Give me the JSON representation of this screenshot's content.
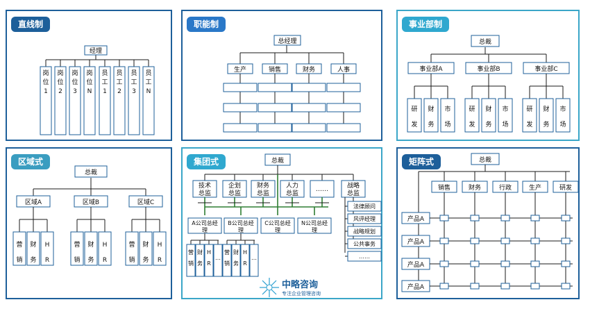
{
  "panels": {
    "linear": {
      "title": "直线制",
      "root": "经理",
      "children": [
        [
          "岗",
          "位",
          "1"
        ],
        [
          "岗",
          "位",
          "2"
        ],
        [
          "岗",
          "位",
          "3"
        ],
        [
          "岗",
          "位",
          "N"
        ],
        [
          "员",
          "工",
          "1"
        ],
        [
          "员",
          "工",
          "2"
        ],
        [
          "员",
          "工",
          "3"
        ],
        [
          "员",
          "工",
          "N"
        ]
      ]
    },
    "functional": {
      "title": "职能制",
      "root": "总经理",
      "children": [
        "生产",
        "销售",
        "财务",
        "人事"
      ]
    },
    "divisional": {
      "title": "事业部制",
      "root": "总裁",
      "divisions": [
        "事业部A",
        "事业部B",
        "事业部C"
      ],
      "leaves": [
        [
          "研",
          "发"
        ],
        [
          "财",
          "务"
        ],
        [
          "市",
          "场"
        ]
      ]
    },
    "regional": {
      "title": "区域式",
      "root": "总裁",
      "regions": [
        "区域A",
        "区域B",
        "区域C"
      ],
      "leaves": [
        [
          "营",
          "销"
        ],
        [
          "财",
          "务"
        ],
        [
          "H",
          "R"
        ]
      ]
    },
    "group": {
      "title": "集团式",
      "root": "总裁",
      "officers": [
        [
          "技术",
          "总监"
        ],
        [
          "企划",
          "总监"
        ],
        [
          "财务",
          "总监"
        ],
        [
          "人力",
          "总监"
        ],
        [
          "……"
        ],
        [
          "战略",
          "总监"
        ]
      ],
      "managers": [
        [
          "A公司总经",
          "理"
        ],
        [
          "B公司总经",
          "理"
        ],
        [
          "C公司总经",
          "理"
        ],
        [
          "N公司总经",
          "理"
        ]
      ],
      "strategy_items": [
        "法律顾问",
        "风评经理",
        "战略规划",
        "公共事务",
        "……"
      ],
      "leaves": [
        [
          "营",
          "销"
        ],
        [
          "财",
          "务"
        ],
        [
          "H",
          "R"
        ],
        [
          "…"
        ]
      ]
    },
    "matrix": {
      "title": "矩阵式",
      "root": "总裁",
      "functions": [
        "销售",
        "财务",
        "行政",
        "生产",
        "研发"
      ],
      "products": [
        "产品A",
        "产品A",
        "产品A",
        "产品A"
      ]
    }
  },
  "watermark": {
    "name": "中略咨询",
    "tagline": "专注企业管理咨询"
  },
  "colors": {
    "dark": "#1d5f9a",
    "line": "#1a1a1a",
    "groupLine": "#2e7d32",
    "box": "#1d5f9a"
  }
}
